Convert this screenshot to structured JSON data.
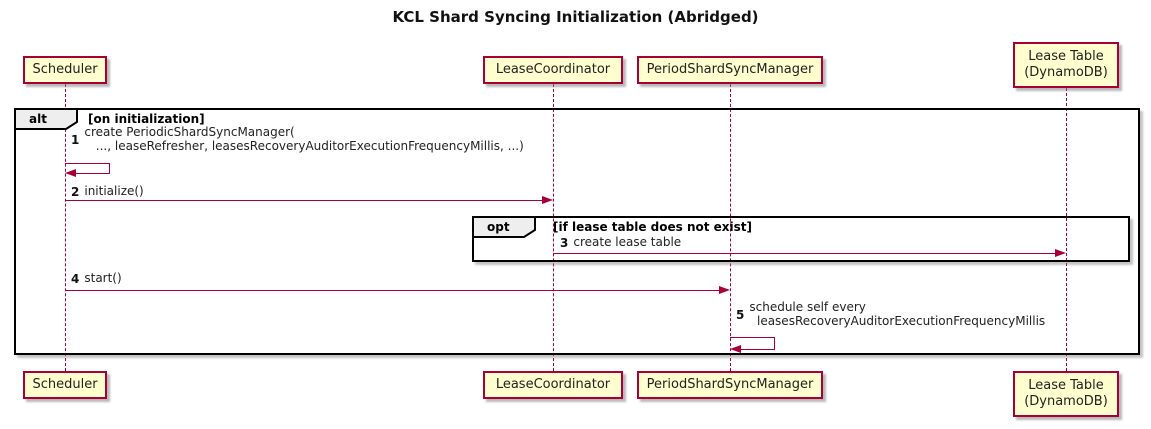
{
  "title": "KCL Shard Syncing Initialization (Abridged)",
  "colors": {
    "participant_fill": "#FEFECE",
    "participant_border": "#A80036",
    "arrow": "#A80036",
    "lifeline": "#A80036",
    "frame_border": "#000000",
    "frame_tab_fill": "#EEEEEE",
    "background": "#FFFFFF"
  },
  "participants": [
    {
      "id": "scheduler",
      "name": "Scheduler"
    },
    {
      "id": "lease-coordinator",
      "name": "LeaseCoordinator"
    },
    {
      "id": "period-shard-sync-manager",
      "name": "PeriodShardSyncManager"
    },
    {
      "id": "lease-table",
      "name": "Lease Table\n(DynamoDB)"
    }
  ],
  "frames": {
    "alt": {
      "keyword": "alt",
      "condition": "[on initialization]"
    },
    "opt": {
      "keyword": "opt",
      "condition": "[if lease table does not exist]"
    }
  },
  "messages": [
    {
      "number": "1",
      "text": "create PeriodicShardSyncManager(\n   ..., leaseRefresher, leasesRecoveryAuditorExecutionFrequencyMillis, ...)",
      "from": "Scheduler",
      "to": "Scheduler",
      "kind": "self"
    },
    {
      "number": "2",
      "text": "initialize()",
      "from": "Scheduler",
      "to": "LeaseCoordinator",
      "kind": "sync"
    },
    {
      "number": "3",
      "text": "create lease table",
      "from": "LeaseCoordinator",
      "to": "Lease Table (DynamoDB)",
      "kind": "sync"
    },
    {
      "number": "4",
      "text": "start()",
      "from": "Scheduler",
      "to": "PeriodShardSyncManager",
      "kind": "sync"
    },
    {
      "number": "5",
      "text": "schedule self every\n  leasesRecoveryAuditorExecutionFrequencyMillis",
      "from": "PeriodShardSyncManager",
      "to": "PeriodShardSyncManager",
      "kind": "self"
    }
  ]
}
